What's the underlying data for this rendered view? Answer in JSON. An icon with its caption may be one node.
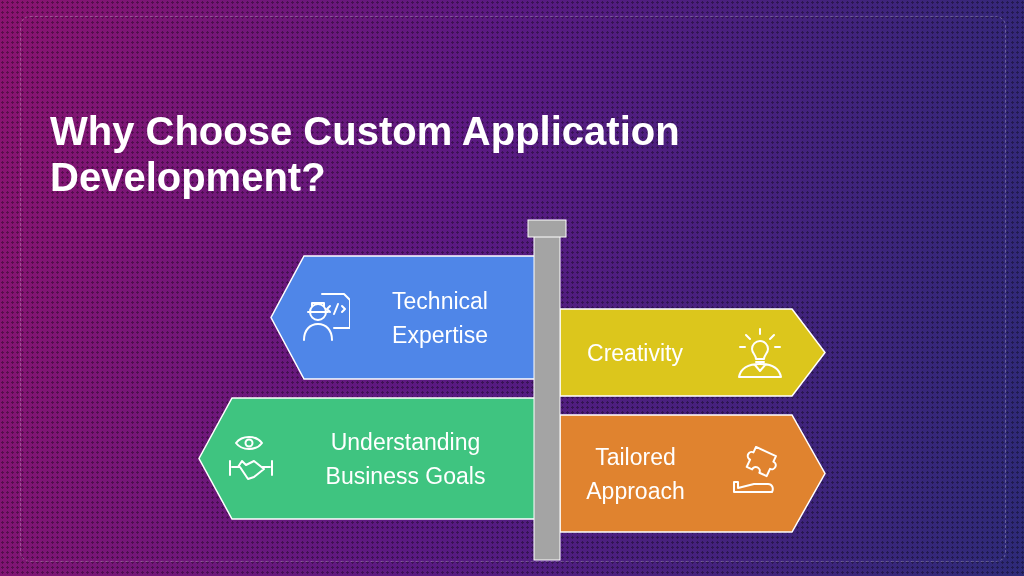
{
  "diagram": {
    "title": "Why Choose Custom Application Development?",
    "nodes": [
      {
        "text": [
          "Technical Expertise"
        ]
      },
      {
        "text": [
          "Creativity"
        ]
      },
      {
        "text": [
          "Understanding Business Goals"
        ]
      },
      {
        "text": [
          "Tailored Approach"
        ]
      }
    ]
  }
}
